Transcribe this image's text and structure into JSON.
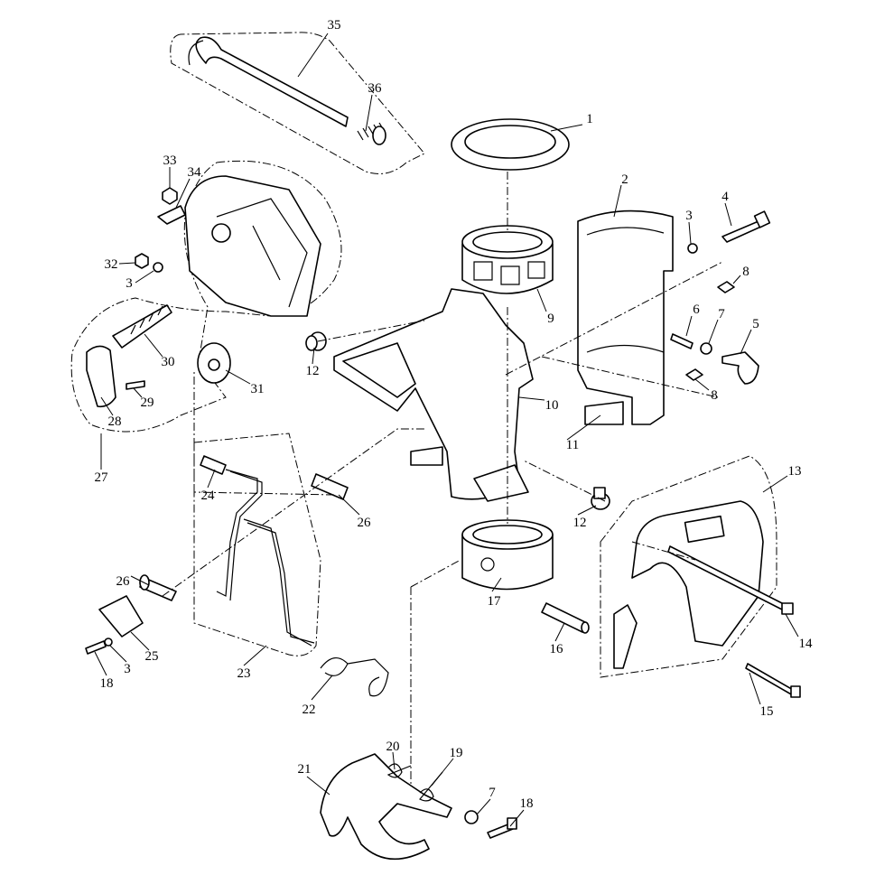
{
  "diagram": {
    "type": "exploded parts diagram",
    "callouts": [
      "35",
      "36",
      "1",
      "33",
      "34",
      "2",
      "3",
      "4",
      "32",
      "3",
      "8",
      "9",
      "6",
      "7",
      "5",
      "30",
      "12",
      "31",
      "29",
      "8",
      "10",
      "28",
      "11",
      "27",
      "13",
      "24",
      "26",
      "12",
      "26",
      "17",
      "16",
      "14",
      "25",
      "3",
      "18",
      "23",
      "22",
      "15",
      "20",
      "19",
      "21",
      "7",
      "18"
    ]
  }
}
